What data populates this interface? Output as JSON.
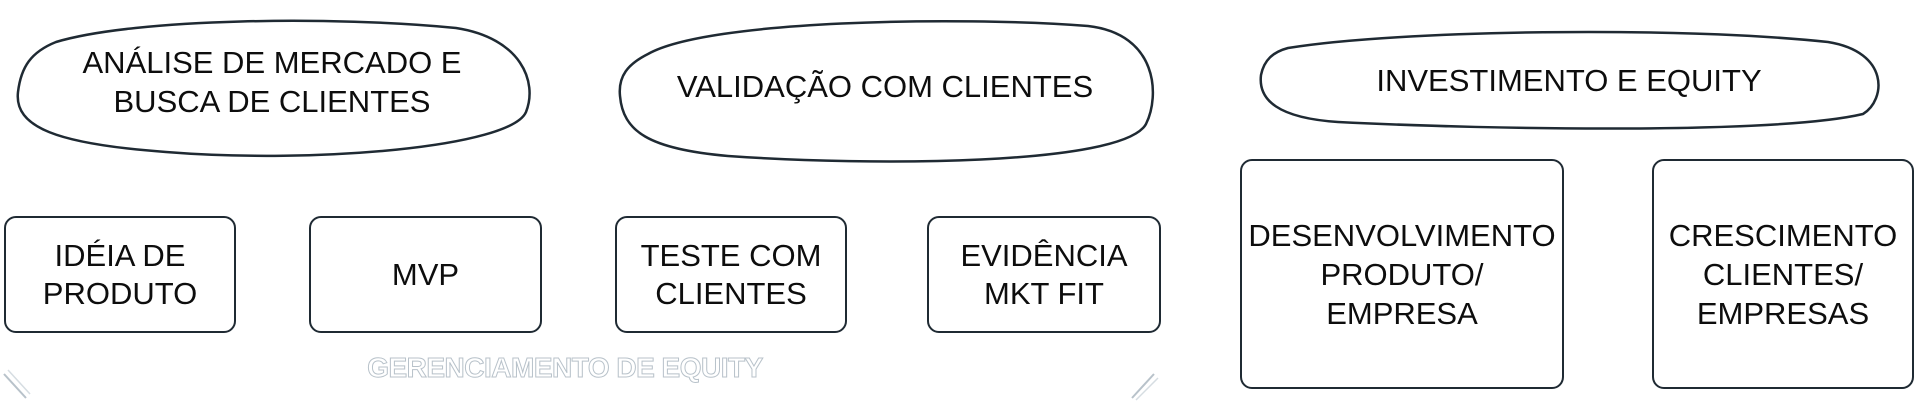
{
  "diagram": {
    "phases": [
      {
        "id": "market",
        "label": "ANÁLISE DE MERCADO E\nBUSCA DE CLIENTES"
      },
      {
        "id": "validation",
        "label": "VALIDAÇÃO COM CLIENTES"
      },
      {
        "id": "investment",
        "label": "INVESTIMENTO E EQUITY"
      }
    ],
    "steps": [
      {
        "id": "idea",
        "label": "IDÉIA DE\nPRODUTO"
      },
      {
        "id": "mvp",
        "label": "MVP"
      },
      {
        "id": "test",
        "label": "TESTE COM\nCLIENTES"
      },
      {
        "id": "evidence",
        "label": "EVIDÊNCIA\nMKT FIT"
      },
      {
        "id": "development",
        "label": "DESENVOLVIMENTO\nPRODUTO/\nEMPRESA"
      },
      {
        "id": "growth",
        "label": "CRESCIMENTO\nCLIENTES/\nEMPRESAS"
      }
    ],
    "equity_label": "GERENCIAMENTO DE EQUITY",
    "colors": {
      "stroke": "#1f2a33",
      "text": "#0d0d0d",
      "faint_outline": "#b8c2ca"
    }
  }
}
